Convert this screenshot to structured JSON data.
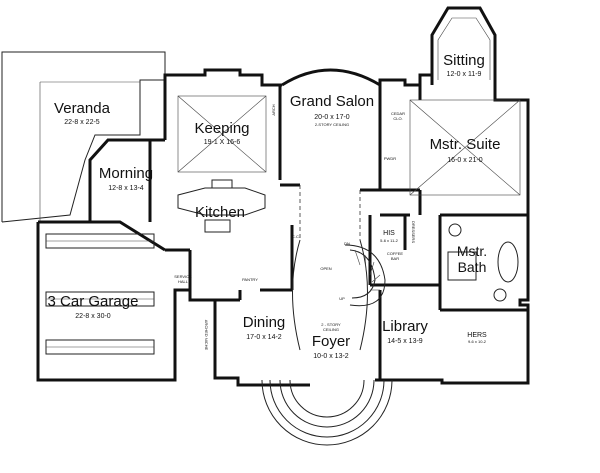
{
  "rooms": {
    "veranda": {
      "name": "Veranda",
      "dims": "22-8 x 22-5"
    },
    "keeping": {
      "name": "Keeping",
      "dims": "19-1 X 16-6"
    },
    "grand_salon": {
      "name": "Grand Salon",
      "dims": "20-0 x 17-0",
      "note": "2-STORY CEILING"
    },
    "sitting": {
      "name": "Sitting",
      "dims": "12-0 x 11-9"
    },
    "mstr_suite": {
      "name": "Mstr. Suite",
      "dims": "16-0 x 21-0"
    },
    "morning": {
      "name": "Morning",
      "dims": "12-8 x 13-4"
    },
    "kitchen": {
      "name": "Kitchen"
    },
    "garage": {
      "name": "3 Car Garage",
      "dims": "22-8 x 30-0"
    },
    "dining": {
      "name": "Dining",
      "dims": "17-0 x 14-2"
    },
    "foyer": {
      "name": "Foyer",
      "dims": "10-0 x 13-2",
      "note_line1": "2 - STORY",
      "note_line2": "CEILING"
    },
    "library": {
      "name": "Library",
      "dims": "14-5 x 13-9"
    },
    "mstr_bath": {
      "name_line1": "Mstr.",
      "name_line2": "Bath"
    },
    "his": {
      "name": "HIS",
      "dims": "5-6 x 11-2"
    },
    "hers": {
      "name": "HERS",
      "dims": "9-6 x 10-2"
    }
  },
  "labels": {
    "cedar_cl_1": "CEDAR",
    "cedar_cl_2": "CLO.",
    "pwdr": "PWDR",
    "dressers": "DRESSERS",
    "coffee_bar_1": "COFFEE",
    "coffee_bar_2": "BAR",
    "service_hall_1": "SERVICE",
    "service_hall_2": "HALL",
    "pantry": "PANTRY",
    "arched_niche": "ARCHED NICHE",
    "cc": "C.C.",
    "open": "OPEN",
    "dn": "DN",
    "up": "UP",
    "arch": "ARCH"
  }
}
